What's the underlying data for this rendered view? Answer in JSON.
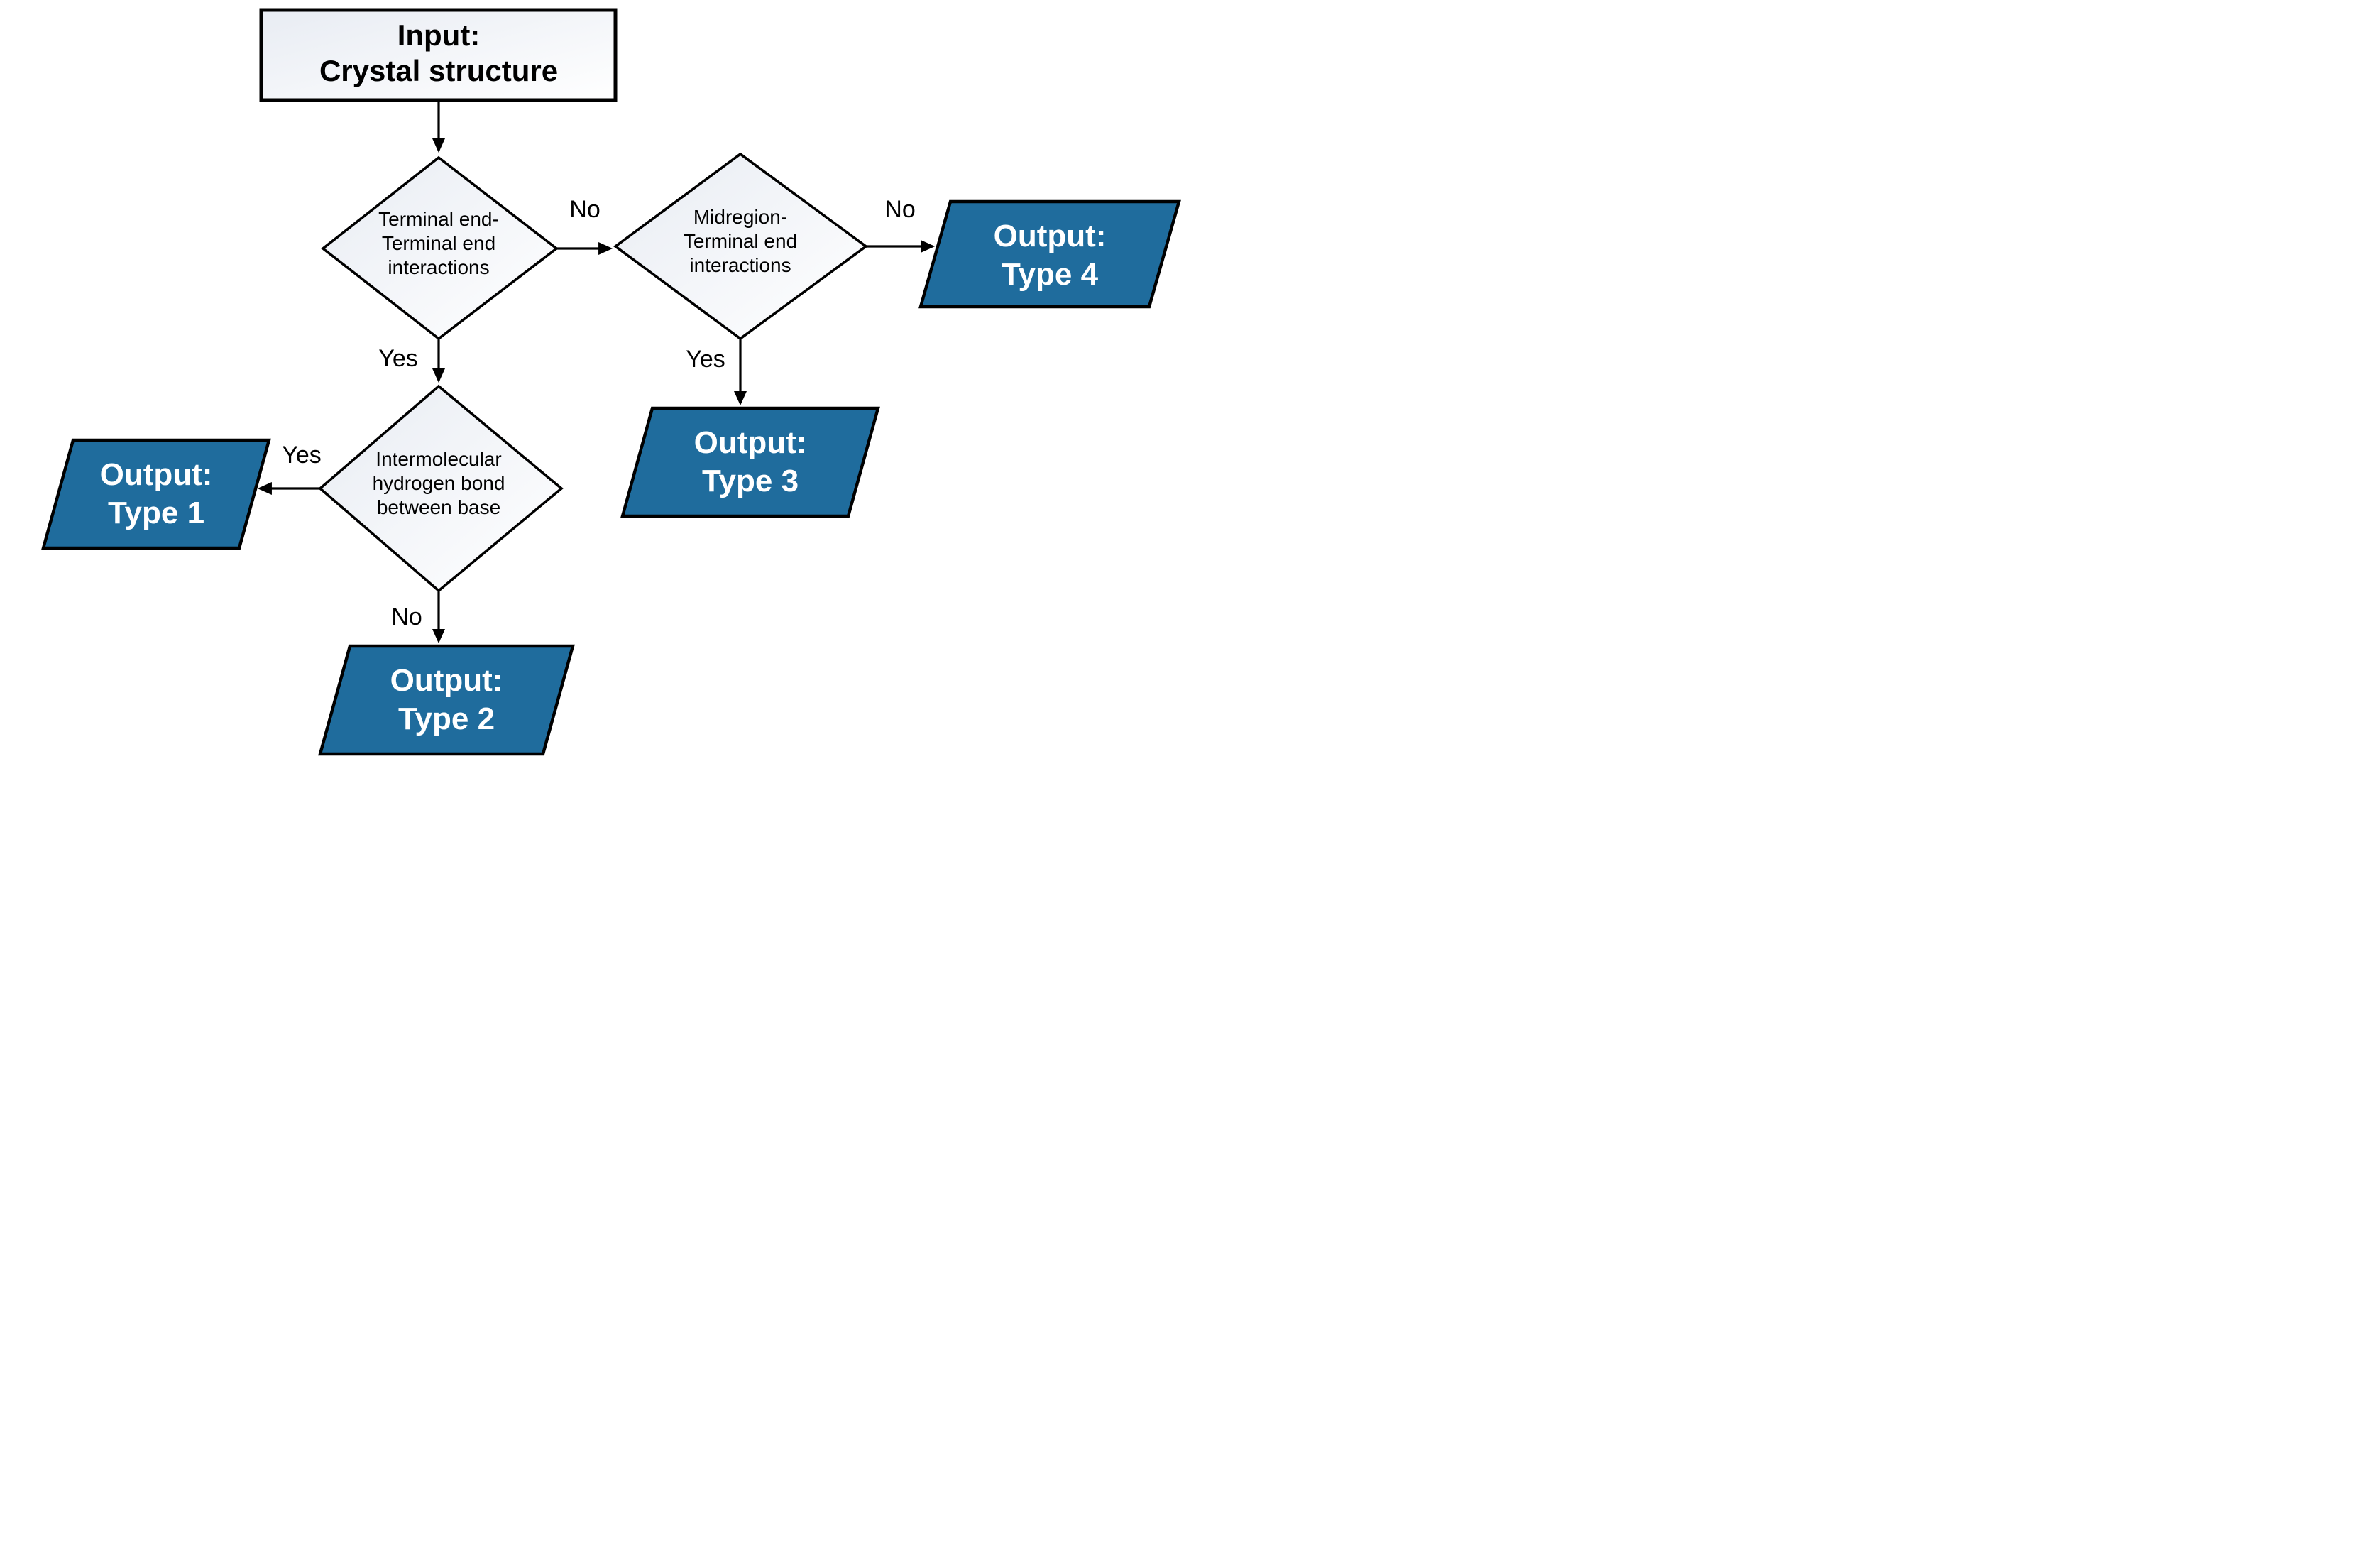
{
  "diagram": {
    "background": "#ffffff",
    "colors": {
      "output_fill": "#1f6c9d",
      "output_text": "#ffffff",
      "node_text": "#000000",
      "edge_label_text": "#000000",
      "shape_border": "#000000",
      "arrow": "#000000",
      "light_shape_gradient_start": "#e8ecf3",
      "light_shape_gradient_end": "#ffffff"
    },
    "nodes": {
      "input": {
        "shape": "rectangle",
        "lines": [
          "Input:",
          "Crystal structure"
        ]
      },
      "decision_terminal": {
        "shape": "diamond",
        "lines": [
          "Terminal end-",
          "Terminal end",
          "interactions"
        ]
      },
      "decision_midregion": {
        "shape": "diamond",
        "lines": [
          "Midregion-",
          "Terminal end",
          "interactions"
        ]
      },
      "decision_hbond": {
        "shape": "diamond",
        "lines": [
          "Intermolecular",
          "hydrogen bond",
          "between base"
        ]
      },
      "output_type1": {
        "shape": "parallelogram",
        "lines": [
          "Output:",
          "Type 1"
        ]
      },
      "output_type2": {
        "shape": "parallelogram",
        "lines": [
          "Output:",
          "Type 2"
        ]
      },
      "output_type3": {
        "shape": "parallelogram",
        "lines": [
          "Output:",
          "Type 3"
        ]
      },
      "output_type4": {
        "shape": "parallelogram",
        "lines": [
          "Output:",
          "Type 4"
        ]
      }
    },
    "edges": {
      "input_to_terminal": {
        "label": ""
      },
      "terminal_to_midregion": {
        "label": "No"
      },
      "terminal_to_hbond": {
        "label": "Yes"
      },
      "midregion_to_type4": {
        "label": "No"
      },
      "midregion_to_type3": {
        "label": "Yes"
      },
      "hbond_to_type1": {
        "label": "Yes"
      },
      "hbond_to_type2": {
        "label": "No"
      }
    }
  }
}
